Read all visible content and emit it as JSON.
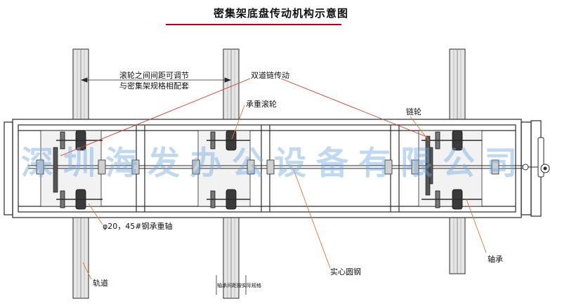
{
  "title": "密集架底盘传动机构示意图",
  "labels": {
    "spacing_line1": "滚轮之间间距可调节",
    "spacing_line2": "与密集架规格相配套",
    "double_chain": "双道链传动",
    "roller": "承重滚轮",
    "sprocket": "链轮",
    "shaft": "φ20，45#钢承重轴",
    "bearing": "轴承",
    "solid_steel": "实心圆钢",
    "track": "轨道",
    "rail_spacing": "轴承间距按实际规格"
  },
  "watermark": "深圳海发办公设备有限公司",
  "colors": {
    "title_rule": "#b0001a",
    "leader_red": "#d23a2a",
    "leader_orange": "#e0762e",
    "frame": "#2a2a2a",
    "rail_fill": "#e6e6e6",
    "watermark": "#6eaae1"
  },
  "icons": [
    "crank-handle-icon"
  ]
}
